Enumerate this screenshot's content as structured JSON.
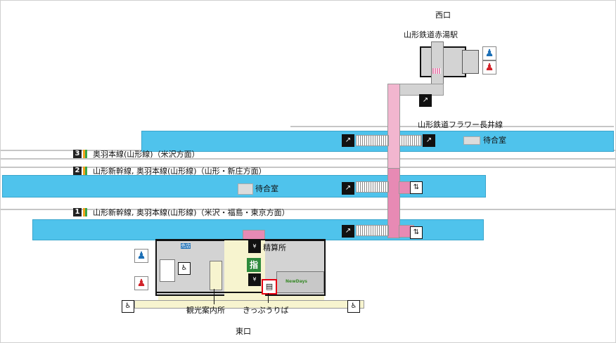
{
  "labels": {
    "west_exit": "西口",
    "east_exit": "東口",
    "akayu_station": "山形鉄道赤湯駅",
    "flower_line": "山形鉄道フラワー長井線",
    "waiting_room": "待合室",
    "ticket_office": "きっぷうりば",
    "fare_adjustment": "精算所",
    "tourist_info": "観光案内所",
    "reserved_seat_mark": "指",
    "store_mark": "NewDays",
    "kiosk_small_label": "売店"
  },
  "tracks": [
    {
      "number": "3",
      "label": "奥羽本線(山形線)（米沢方面）"
    },
    {
      "number": "2",
      "label": "山形新幹線, 奥羽本線(山形線)（山形・新庄方面）"
    },
    {
      "number": "1",
      "label": "山形新幹線, 奥羽本線(山形線)（米沢・福島・東京方面）"
    }
  ],
  "colors": {
    "platform": "#4fc3ec",
    "bridge": "#f2b6cf",
    "bridge_dark": "#e78ab4",
    "concourse": "#f7f4cf",
    "building": "#d3d3d3",
    "track_line": "#c6c6c6",
    "ticket_highlight": "#e60012",
    "reserved_green": "#2e8a3c",
    "toilet_male": "#1c6fb6",
    "toilet_female": "#d2232a",
    "line_color_1": "#f3a21d",
    "line_color_2": "#3aa647"
  },
  "icons": [
    "toilet-male-icon",
    "toilet-female-icon",
    "wheelchair-icon",
    "stairs-icon",
    "elevator-icon",
    "escalator-icon",
    "ticket-icon"
  ]
}
